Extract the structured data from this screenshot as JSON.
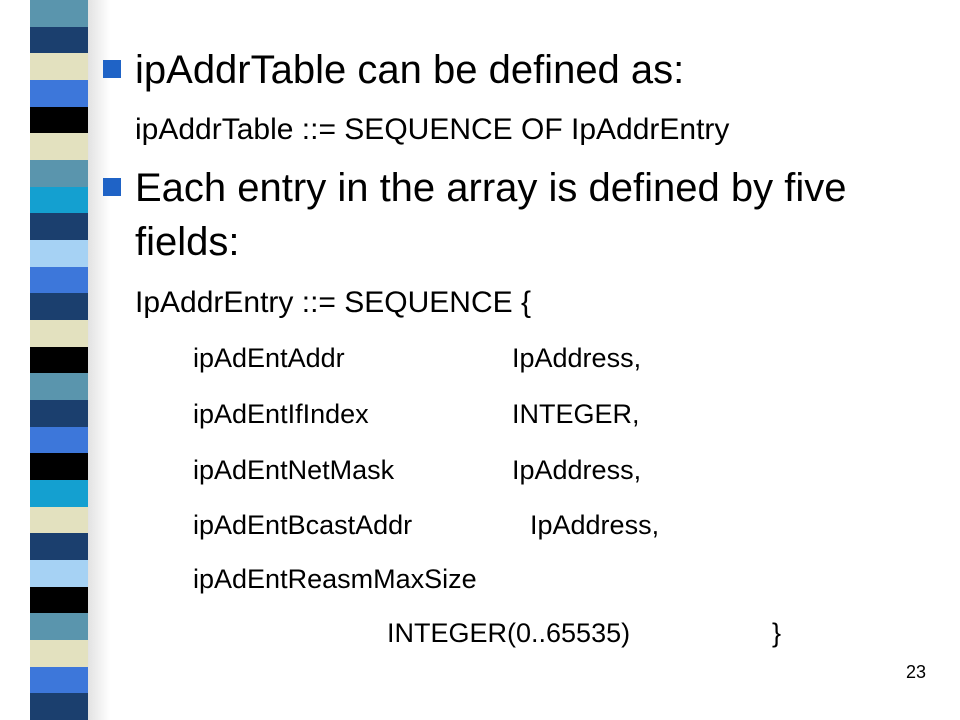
{
  "stripes": [
    "#5a95ad",
    "#1b3f6e",
    "#e3e1bf",
    "#3d77da",
    "#000000",
    "#e3e1bf",
    "#5a95ad",
    "#14a0d0",
    "#1b3f6e",
    "#a6d2f4",
    "#3d77da",
    "#1b3f6e",
    "#e3e1bf",
    "#000000",
    "#5a95ad",
    "#1b3f6e",
    "#3d77da",
    "#000000",
    "#14a0d0",
    "#e3e1bf",
    "#1b3f6e",
    "#a6d2f4",
    "#000000",
    "#5a95ad",
    "#e3e1bf",
    "#3d77da",
    "#1b3f6e"
  ],
  "bullets": [
    {
      "text": "ipAddrTable can be defined as:"
    },
    {
      "text": "Each entry in the array is defined by five"
    },
    {
      "text": "fields:"
    }
  ],
  "definition": "ipAddrTable ::= SEQUENCE OF IpAddrEntry",
  "entry_header": "IpAddrEntry ::= SEQUENCE {",
  "fields": [
    {
      "name": "ipAdEntAddr",
      "type": "IpAddress,"
    },
    {
      "name": "ipAdEntIfIndex",
      "type": "INTEGER,"
    },
    {
      "name": "ipAdEntNetMask",
      "type": "IpAddress,"
    },
    {
      "name": "ipAdEntBcastAddr",
      "type": "IpAddress,"
    },
    {
      "name": "ipAdEntReasmMaxSize",
      "type": ""
    }
  ],
  "last_type": "INTEGER(0..65535)",
  "closing_brace": "}",
  "slide_number": "23"
}
